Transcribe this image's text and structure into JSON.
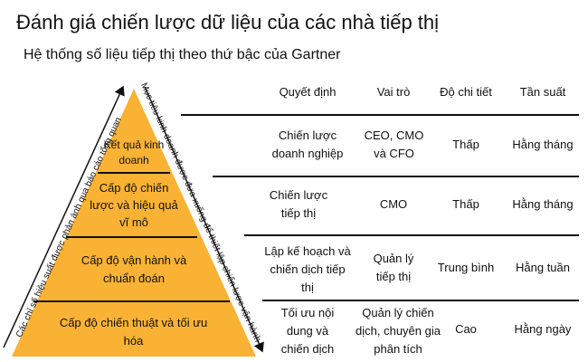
{
  "title": "Đánh giá chiến lược dữ liệu của các nhà tiếp thị",
  "subtitle": "Hệ thống số liệu tiếp thị theo thứ bậc của Gartner",
  "colors": {
    "pyramid_fill": "#F9B233",
    "line": "#111111"
  },
  "pyramid": {
    "levels": [
      {
        "label": "Kết quả kinh doanh"
      },
      {
        "label": "Cấp độ chiến lược và hiệu quả vĩ mô"
      },
      {
        "label": "Cấp độ vận hành và chuẩn đoán"
      },
      {
        "label": "Cấp độ chiến thuật và tối ưu hóa"
      }
    ],
    "left_arrow_label": "Các chỉ số hiệu suất được phản ánh qua báo cáo tổng quan",
    "right_arrow_label": "Mục tiêu kinh doanh được đưa xuống để thiết lập chiến lược vận hành"
  },
  "table": {
    "headers": [
      "Quyết định",
      "Vai trò",
      "Độ chi tiết",
      "Tần suất"
    ],
    "rows": [
      [
        "Chiến lược doanh nghiệp",
        "CEO, CMO và CFO",
        "Thấp",
        "Hằng tháng"
      ],
      [
        "Chiến lược tiếp thị",
        "CMO",
        "Thấp",
        "Hằng tháng"
      ],
      [
        "Lập kế hoạch và chiến dịch tiếp thị",
        "Quản lý tiếp thị",
        "Trung bình",
        "Hằng tuần"
      ],
      [
        "Tối ưu nội dung và chiến dịch",
        "Quản lý chiến dịch, chuyên gia phân tích",
        "Cao",
        "Hằng ngày"
      ]
    ]
  }
}
